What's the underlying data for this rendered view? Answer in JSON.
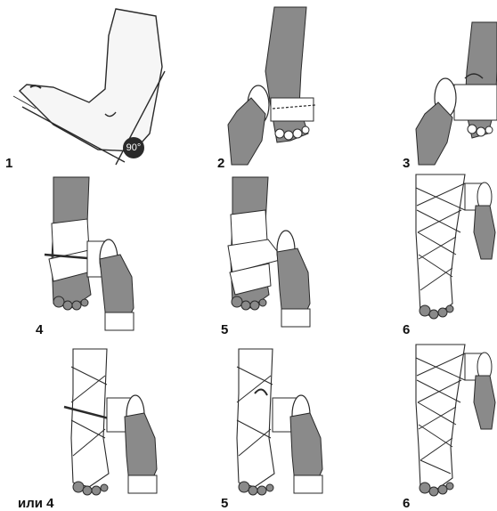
{
  "angle_label": "90°",
  "steps": [
    {
      "label": "1"
    },
    {
      "label": "2"
    },
    {
      "label": "3"
    },
    {
      "label": "4"
    },
    {
      "label": "5"
    },
    {
      "label": "6"
    },
    {
      "label": "или 4"
    },
    {
      "label": "5"
    },
    {
      "label": "6"
    }
  ],
  "colors": {
    "leg_shade": "#8a8a8a",
    "bandage": "#ffffff",
    "outline": "#2a2a2a"
  }
}
